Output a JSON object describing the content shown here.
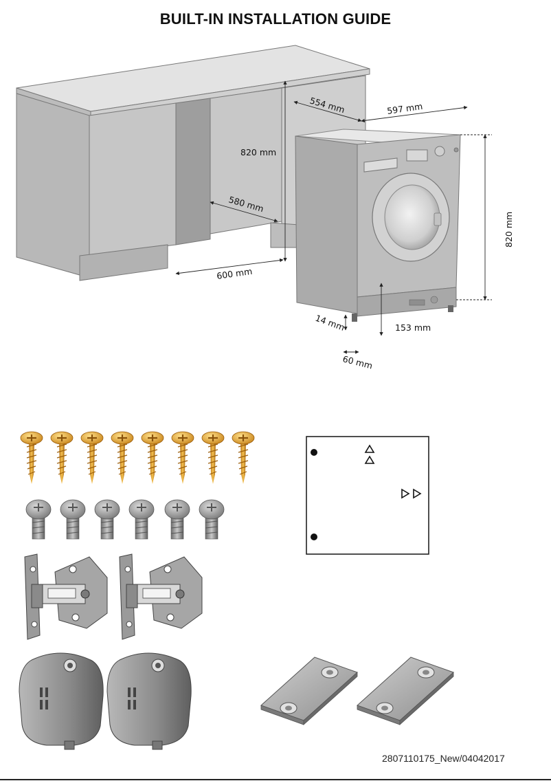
{
  "page": {
    "title": "BUILT-IN INSTALLATION GUIDE",
    "document_code": "2807110175_New/04042017"
  },
  "dimensions": {
    "niche_depth": "554 mm",
    "niche_height": "820 mm",
    "cabinet_depth": "580 mm",
    "niche_width": "600 mm",
    "machine_width": "597 mm",
    "machine_height": "820 mm",
    "plinth_height": "153 mm",
    "foot_offset": "14 mm",
    "plinth_depth": "60 mm"
  },
  "accessories": {
    "wood_screws": 8,
    "machine_screws": 6,
    "hinges": 2,
    "hinge_caps": 2,
    "mounting_plates": 2
  },
  "template_card": {
    "markers": [
      "dot",
      "triangle-up",
      "triangle-up",
      "triangle-right",
      "triangle-right",
      "dot"
    ]
  },
  "colors": {
    "screw_gold": "#e8a52a",
    "metal_grey": "#9a9a9a",
    "cabinet_grey": "#c4c4c4"
  }
}
